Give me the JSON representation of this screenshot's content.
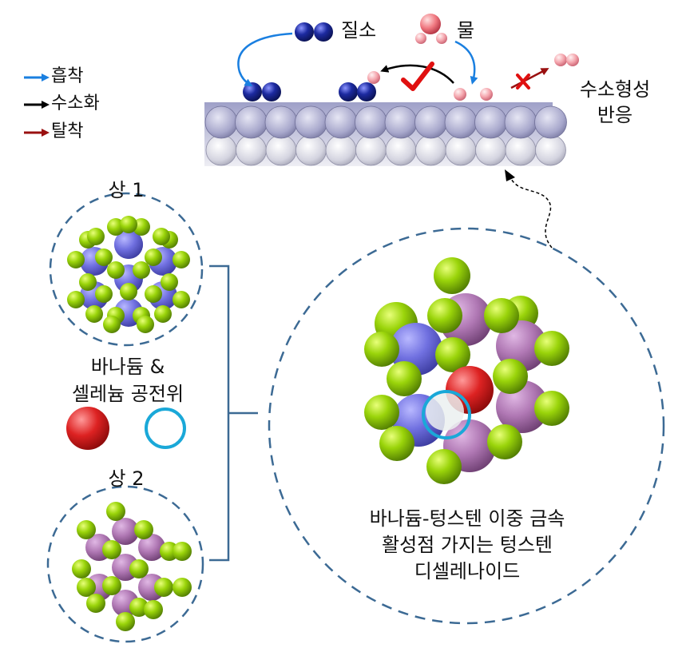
{
  "legend": [
    {
      "label": "흡착",
      "color": "#1a7fe0"
    },
    {
      "label": "수소화",
      "color": "#000000"
    },
    {
      "label": "탈착",
      "color": "#9a1010"
    }
  ],
  "surface_labels": {
    "nitrogen": "질소",
    "water": "물",
    "her_line1": "수소형성",
    "her_line2": "반응"
  },
  "phases": {
    "phase1_label": "상 1",
    "phase2_label": "상 2"
  },
  "vacancy_legend": {
    "line1": "바나듐 &",
    "line2": "셀레늄 공전위",
    "vanadium_vacancy_color": "#dd2222",
    "selenium_vacancy_color": "#1aa8d8"
  },
  "caption": {
    "line1": "바나듐-텅스텐 이중 금속",
    "line2": "활성점 가지는 텅스텐",
    "line3": "디셀레나이드"
  },
  "atom_colors": {
    "selenium": "#8fd00c",
    "tungsten": "#b378b4",
    "vanadium": "#7373e0",
    "nitrogen": "#1c2aa0",
    "hydrogen": "#f0a0a8"
  }
}
